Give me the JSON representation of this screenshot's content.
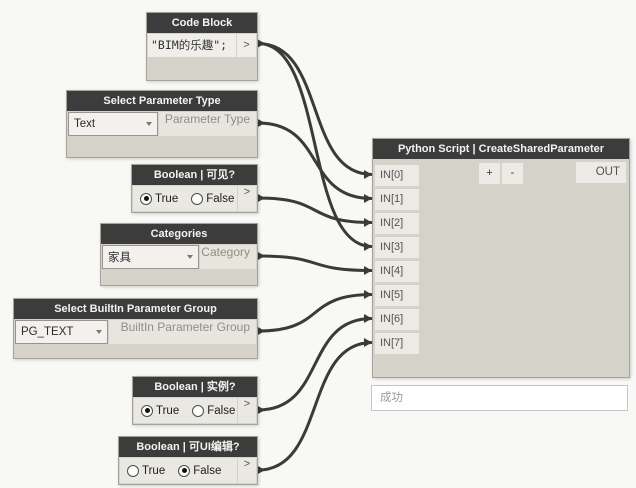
{
  "canvas": {
    "wire_color": "#3b3a38",
    "header_color": "#3c3c3c",
    "body_color": "#d5d2ca"
  },
  "nodes": {
    "code_block": {
      "title": "Code Block",
      "value": "\"BIM的乐趣\";",
      "out_port": ">"
    },
    "select_parameter_type": {
      "title": "Select Parameter Type",
      "dropdown_value": "Text",
      "output_label": "Parameter Type"
    },
    "boolean_visible": {
      "title": "Boolean | 可见?",
      "out_port": ">",
      "options": [
        {
          "label": "True",
          "checked": true
        },
        {
          "label": "False",
          "checked": false
        }
      ]
    },
    "categories": {
      "title": "Categories",
      "dropdown_value": "家具",
      "output_label": "Category"
    },
    "select_builtin_parameter_group": {
      "title": "Select BuiltIn Parameter Group",
      "dropdown_value": "PG_TEXT",
      "output_label": "BuiltIn Parameter Group"
    },
    "boolean_instance": {
      "title": "Boolean | 实例?",
      "out_port": ">",
      "options": [
        {
          "label": "True",
          "checked": true
        },
        {
          "label": "False",
          "checked": false
        }
      ]
    },
    "boolean_ui_editable": {
      "title": "Boolean | 可UI编辑?",
      "out_port": ">",
      "options": [
        {
          "label": "True",
          "checked": false
        },
        {
          "label": "False",
          "checked": true
        }
      ]
    },
    "python_script": {
      "title": "Python Script | CreateSharedParameter",
      "inputs": [
        "IN[0]",
        "IN[1]",
        "IN[2]",
        "IN[3]",
        "IN[4]",
        "IN[5]",
        "IN[6]",
        "IN[7]"
      ],
      "add_input_label": "+",
      "remove_input_label": "-",
      "output_label": "OUT",
      "preview_text": "成功"
    }
  },
  "connections": [
    {
      "from": "code_block",
      "to": "IN[0]"
    },
    {
      "from": "code_block",
      "to": "IN[3]"
    },
    {
      "from": "select_parameter_type",
      "to": "IN[1]"
    },
    {
      "from": "boolean_visible",
      "to": "IN[2]"
    },
    {
      "from": "categories",
      "to": "IN[4]"
    },
    {
      "from": "select_builtin_parameter_group",
      "to": "IN[5]"
    },
    {
      "from": "boolean_instance",
      "to": "IN[6]"
    },
    {
      "from": "boolean_ui_editable",
      "to": "IN[7]"
    }
  ]
}
